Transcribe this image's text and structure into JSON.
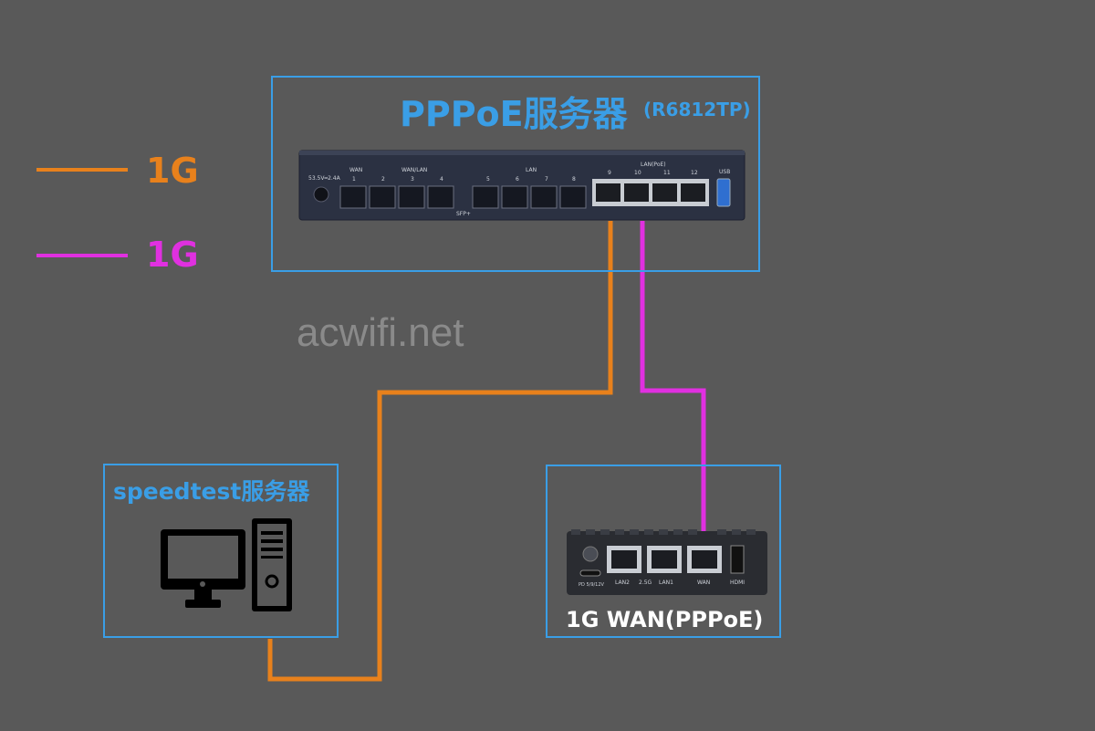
{
  "legend": [
    {
      "label": "1G",
      "color": "#e8811c"
    },
    {
      "label": "1G",
      "color": "#e030e0"
    }
  ],
  "colors": {
    "box_border": "#3a9ee6",
    "title": "#3a9ee6",
    "orange_link": "#e8811c",
    "magenta_link": "#e030e0",
    "background": "#595959"
  },
  "watermark": "acwifi.net",
  "pppoe_server": {
    "title": "PPPoE服务器",
    "model": "(R6812TP)",
    "panel": {
      "power": "53.5V═2.4A",
      "wan": "WAN",
      "wan_lan": "WAN/LAN",
      "lan": "LAN",
      "lan_poe": "LAN(PoE)",
      "sfp": "SFP+",
      "usb": "USB",
      "ports": [
        "1",
        "2",
        "3",
        "4",
        "5",
        "6",
        "7",
        "8",
        "9",
        "10",
        "11",
        "12"
      ]
    }
  },
  "speedtest_server": {
    "title": "speedtest服务器",
    "icon": "desktop-computer-icon"
  },
  "client_router": {
    "label": "1G WAN(PPPoE)",
    "panel": {
      "ports": [
        "LAN2",
        "2.5G",
        "LAN1",
        "WAN",
        "HDMI"
      ],
      "power": "PD 5/9/12V"
    }
  }
}
